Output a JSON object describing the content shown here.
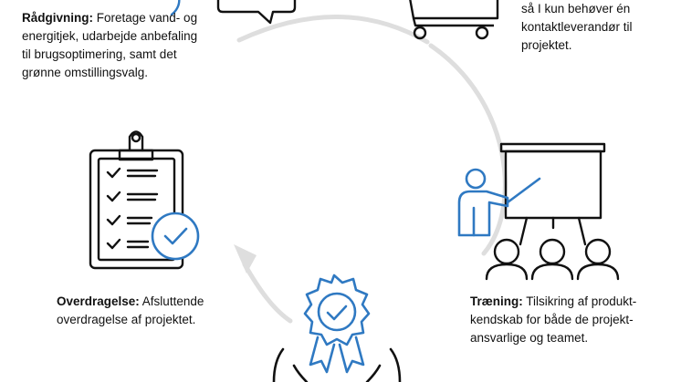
{
  "colors": {
    "accent": "#2f79c2",
    "ink": "#111111",
    "ring": "#dedede"
  },
  "icons": {
    "top_left": "speech-bubble-icon",
    "top_right": "shopping-cart-icon",
    "left": "clipboard-checklist-icon",
    "right": "presentation-audience-icon",
    "bottom": "award-badge-hands-icon"
  },
  "steps": {
    "radgivning": {
      "title": "Rådgivning:",
      "first_line_rest": " Foretage vand- og",
      "lines": [
        "energitjek, udarbejde anbefaling",
        "til brugsoptimering, samt det",
        "grønne omstillingsvalg."
      ]
    },
    "levering": {
      "lines": [
        "så I kun behøver én",
        "kontaktleverandør til",
        "projektet."
      ]
    },
    "overdragelse": {
      "title": "Overdragelse:",
      "first_line_rest": " Afsluttende",
      "lines": [
        "overdragelse af projektet."
      ]
    },
    "traening": {
      "title": "Træning:",
      "first_line_rest": " Tilsikring af produkt-",
      "lines": [
        "kendskab for både de projekt-",
        "ansvarlige og teamet."
      ]
    }
  }
}
